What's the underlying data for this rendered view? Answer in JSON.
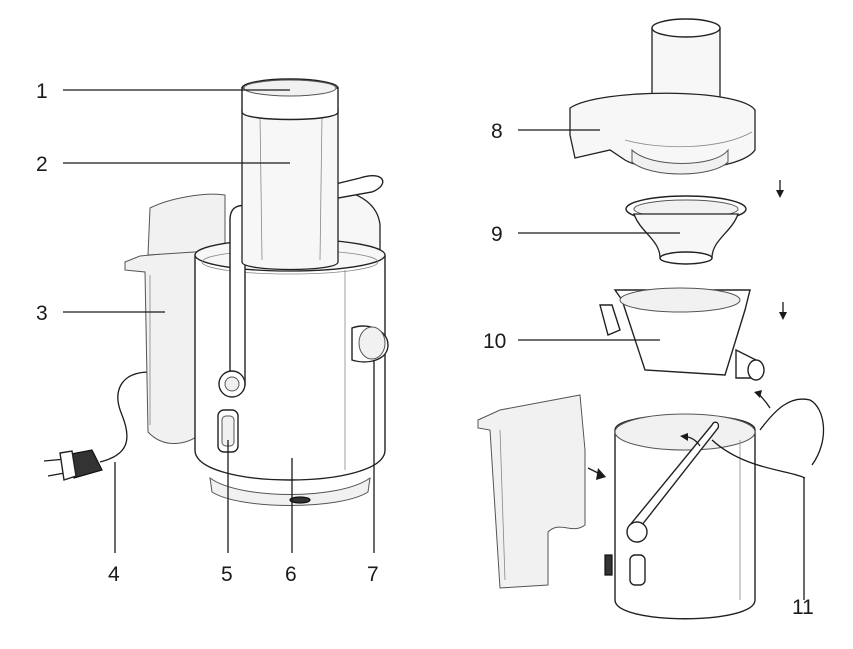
{
  "callouts": [
    {
      "id": "1",
      "label": "1"
    },
    {
      "id": "2",
      "label": "2"
    },
    {
      "id": "3",
      "label": "3"
    },
    {
      "id": "4",
      "label": "4"
    },
    {
      "id": "5",
      "label": "5"
    },
    {
      "id": "6",
      "label": "6"
    },
    {
      "id": "7",
      "label": "7"
    },
    {
      "id": "8",
      "label": "8"
    },
    {
      "id": "9",
      "label": "9"
    },
    {
      "id": "10",
      "label": "10"
    },
    {
      "id": "11",
      "label": "11"
    }
  ],
  "colors": {
    "line": "#1a1a1a",
    "background": "#ffffff",
    "fill": "#f1f1f1"
  }
}
